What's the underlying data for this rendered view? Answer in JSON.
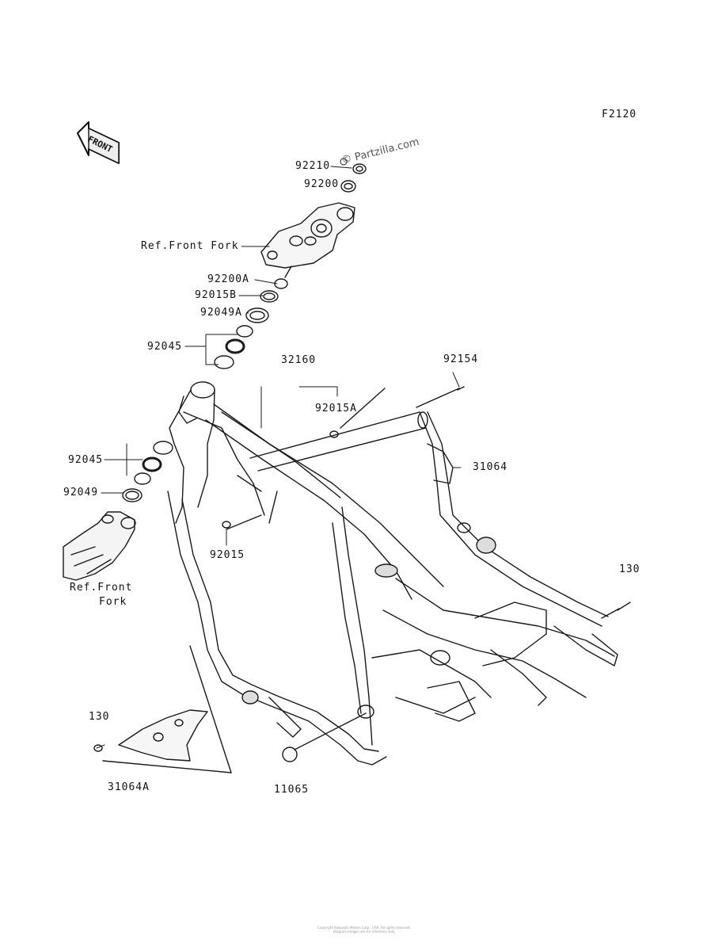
{
  "diagram": {
    "code": "F2120",
    "watermark": "© Partzilla.com",
    "front_arrow": "FRONT",
    "parts": [
      {
        "id": "p92210",
        "text": "92210"
      },
      {
        "id": "p92200",
        "text": "92200"
      },
      {
        "id": "refFrontFork1",
        "text": "Ref.Front Fork"
      },
      {
        "id": "p92200A",
        "text": "92200A"
      },
      {
        "id": "p92015B",
        "text": "92015B"
      },
      {
        "id": "p92049A",
        "text": "92049A"
      },
      {
        "id": "p92045a",
        "text": "92045"
      },
      {
        "id": "p32160",
        "text": "32160"
      },
      {
        "id": "p92154",
        "text": "92154"
      },
      {
        "id": "p92015A",
        "text": "92015A"
      },
      {
        "id": "p31064",
        "text": "31064"
      },
      {
        "id": "p92045b",
        "text": "92045"
      },
      {
        "id": "p92049",
        "text": "92049"
      },
      {
        "id": "p92015",
        "text": "92015"
      },
      {
        "id": "refFrontFork2a",
        "text": "Ref.Front"
      },
      {
        "id": "refFrontFork2b",
        "text": "Fork"
      },
      {
        "id": "p130a",
        "text": "130"
      },
      {
        "id": "p130b",
        "text": "130"
      },
      {
        "id": "p31064A",
        "text": "31064A"
      },
      {
        "id": "p11065",
        "text": "11065"
      }
    ],
    "footer_lines": [
      "Copyright Kawasaki Motors Corp., USA. All rights reserved.",
      "Diagram images are for reference only."
    ]
  }
}
